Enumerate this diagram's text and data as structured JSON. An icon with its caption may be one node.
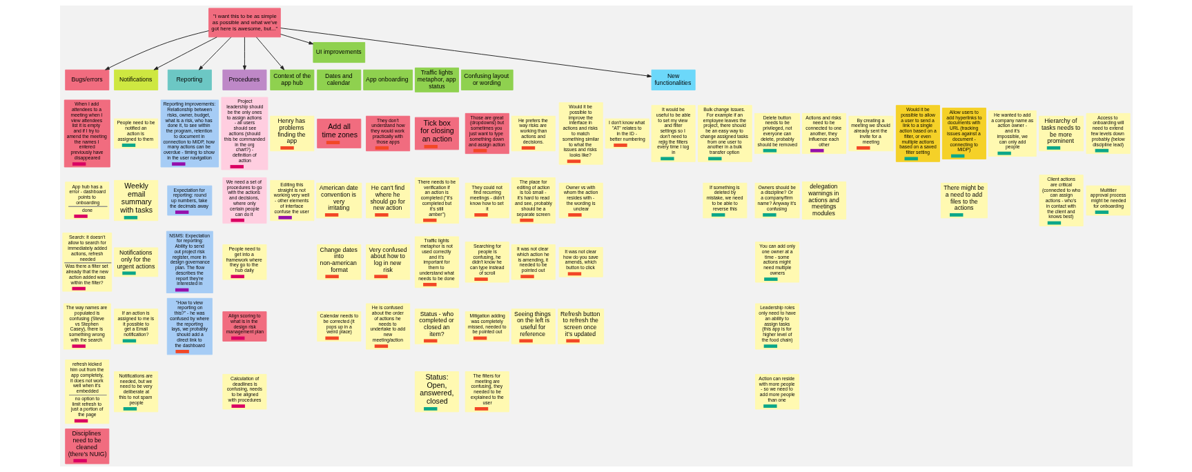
{
  "diagram": {
    "nodes": [
      {
        "text": [
          "\"I want this to be as simple as possible and what we've got here is awesome, but...\""
        ]
      },
      {
        "text": [
          "Bugs/errors"
        ]
      },
      {
        "text": [
          "When I add attendees to a meeting when I view attendees list it is empty and if I try to amend the meeting the names I entered previously have disappeared"
        ]
      },
      {
        "text": [
          "App hub has a error - dashboard points to onboarding",
          "done"
        ]
      },
      {
        "text": [
          "Search: it doesn't allow to search for immediately added actions, refresh needed",
          "Was there a filter set already that the new action added was within the filter?"
        ]
      },
      {
        "text": [
          "The way names are populated is confusing (Steve vs Stephen Casey), there is something wrong with the search"
        ]
      },
      {
        "text": [
          "refresh kicked him out from the app completely, it does not work well when it's embedded",
          "no option to limit refresh to just a portion of the page"
        ]
      },
      {
        "text": [
          "Disciplines need to be cleaned (there's NUIG)"
        ]
      },
      {
        "text": [
          "Notifications"
        ]
      },
      {
        "text": [
          "People need to be notified an action is assigned to them"
        ]
      },
      {
        "text": [
          "Weekly email summary with tasks"
        ]
      },
      {
        "text": [
          "Notifications only for the urgent actions"
        ]
      },
      {
        "text": [
          "If an action is assigned to me is it possible to get a Email notification?"
        ]
      },
      {
        "text": [
          "Notifications are needed, but we need to be very deliberate at this to not spam people"
        ]
      },
      {
        "text": [
          "Reporting"
        ]
      },
      {
        "text": [
          "Reporting improvements: Relationship between risks, owner, budget, what is a risk, who has done it, to see within the program, retention to document in connection to MIDP, how many actions can be overdue - timing to show in the user navigation"
        ]
      },
      {
        "text": [
          "Expectation for reporting: round up numbers, take the decimals away"
        ]
      },
      {
        "text": [
          "NSMS: Expectation for reporting: Ability to send out project risk register, more in design governance plan. The flow describes the report they're interested in"
        ]
      },
      {
        "text": [
          "\"How to view reporting on this?\" - he was confused by where the reporting lays, we probably should add a direct link to the dashboard"
        ]
      },
      {
        "text": [
          "Procedures"
        ]
      },
      {
        "text": [
          "Project leadership should be the only ones to assign actions - all users should see actions (should this be commanded in the org chart?) - definition of action"
        ]
      },
      {
        "text": [
          "We need a set of procedures to go with the actions and decisions, where only certain people can do it"
        ]
      },
      {
        "text": [
          "People need to get into a framework where they go to the hub daily"
        ]
      },
      {
        "text": [
          "Align scoring to what is in the design risk management plan"
        ]
      },
      {
        "text": [
          "Calculation of deadlines is confusing, needs to be aligned with procedures"
        ]
      },
      {
        "text": [
          "Context of the app hub"
        ]
      },
      {
        "text": [
          "Henry has problems finding the app"
        ]
      },
      {
        "text": [
          "Editing this straight is not working very well - other elements of interface confuse the user"
        ]
      },
      {
        "text": [
          "UI improvements"
        ]
      },
      {
        "text": [
          "Dates and calendar"
        ]
      },
      {
        "text": [
          "Add all time zones"
        ]
      },
      {
        "text": [
          "American date convention is very irritating"
        ]
      },
      {
        "text": [
          "Change dates into non-american format"
        ]
      },
      {
        "text": [
          "Calendar needs to be corrected (it pops up in a weird place)"
        ]
      },
      {
        "text": [
          "App onboarding"
        ]
      },
      {
        "text": [
          "They don't understand how they would work practically with those apps"
        ]
      },
      {
        "text": [
          "He can't find where he should go for new action"
        ]
      },
      {
        "text": [
          "Very confused about how to log in new risk"
        ]
      },
      {
        "text": [
          "He is confused about the order of actions he needs to undertake to add new meeting/action"
        ]
      },
      {
        "text": [
          "Traffic lights metaphor, app status"
        ]
      },
      {
        "text": [
          "Tick box for closing an action"
        ]
      },
      {
        "text": [
          "There needs to be verification if an action is completed (\"it's completed but it's still amber\")"
        ]
      },
      {
        "text": [
          "Traffic lights metaphor is not used correctly and it's important for them to understand what needs to be done"
        ]
      },
      {
        "text": [
          "Status - who completed or closed an item?"
        ]
      },
      {
        "text": [
          "Status: Open, answered, closed"
        ]
      },
      {
        "text": [
          "Confusing layout or wording"
        ]
      },
      {
        "text": [
          "Those are great (dropdowns) but sometimes you just want to type something down and assign action"
        ]
      },
      {
        "text": [
          "They could not find recurring meetings - didn't know how to set it"
        ]
      },
      {
        "text": [
          "Searching for people is confusing, he didn't know he can type instead of scroll"
        ]
      },
      {
        "text": [
          "Mitigation adding was completely missed, needed to be pointed out"
        ]
      },
      {
        "text": [
          "The filters for meeting are confusing, they needed to be explained to the user"
        ]
      },
      {
        "text": [
          "He prefers the way risks are working than actions and decisions."
        ]
      },
      {
        "text": [
          "The place for editing of action is too small - it's hard to read and see, probably should be a separate screen"
        ]
      },
      {
        "text": [
          "It was not clear which action he is amending, it needed to be pointed out"
        ]
      },
      {
        "text": [
          "Seeing things on the left is useful for reference"
        ]
      },
      {
        "text": [
          "Would it be possible to improve the interface in actions and risks to match something similar to what the issues and risks looks like?"
        ]
      },
      {
        "text": [
          "Owner vs with whom the action resides with - the wording is unclear"
        ]
      },
      {
        "text": [
          "It was not clear how do you save amends, which button to click"
        ]
      },
      {
        "text": [
          "Refresh button to refresh the screen once it's updated"
        ]
      },
      {
        "text": [
          "I don't know what \"AT\" relates to in the ID - better numbering"
        ]
      },
      {
        "text": [
          "New functionalities"
        ]
      },
      {
        "text": [
          "It would be useful to be able to set my view and filter settings so I don't need to rejig the filters every time I log in"
        ]
      },
      {
        "text": [
          "Bulk change issues. For example if an employee leaves the project, there should be an easy way to change assigned tasks from one user to another in a bulk transfer option"
        ]
      },
      {
        "text": [
          "If something is deleted by mistake, we need to be able to reverse this"
        ]
      },
      {
        "text": [
          "Delete button needs to be privileged, not everyone can delete, probably should be removed"
        ]
      },
      {
        "text": [
          "Owners should be a discipline? Or a company/firm name? Anyway it's confusing"
        ]
      },
      {
        "text": [
          "You can add only one owner at a time - some actions might need multiple owners"
        ]
      },
      {
        "text": [
          "Leadership roles only need to have an ability to assign tasks (this app is for higher level of the food chain)"
        ]
      },
      {
        "text": [
          "Action can reside with more people - so we need to add more people than one"
        ]
      },
      {
        "text": [
          "Actions and risks need to be connected to one another, they influence each other"
        ]
      },
      {
        "text": [
          "delegation warnings in actions and meetings modules"
        ]
      },
      {
        "text": [
          "By creating a meeting we should already sent the invite for a meeting"
        ]
      },
      {
        "text": [
          "Would it be possible to allow a user to send a link to a single action based on a filter, or even multiple actions based on a saved filter setting"
        ]
      },
      {
        "text": [
          "Allow users to add hyperlinks to documents with URL (tracking issues against a document - connecting to MIDP)"
        ]
      },
      {
        "text": [
          "There might be a need to add files to the actions"
        ]
      },
      {
        "text": [
          "He wanted to add a company name as action owner - and it's impossible, we can only add people"
        ]
      },
      {
        "text": [
          "Hierarchy of tasks needs to be more prominent"
        ]
      },
      {
        "text": [
          "Client actions are critical (connected to who can assign actions - who's in contact with the client and knows best)"
        ]
      },
      {
        "text": [
          "Access to onboarding will need to extend few levels down probably (below discipline lead)"
        ]
      },
      {
        "text": [
          "Multitier approval process might be needed for onboarding"
        ]
      }
    ],
    "edges": [
      {
        "from": 0,
        "to": 1,
        "arrow": "to"
      },
      {
        "from": 0,
        "to": 8,
        "arrow": "to"
      },
      {
        "from": 0,
        "to": 14,
        "arrow": "to"
      },
      {
        "from": 0,
        "to": 19,
        "arrow": "to"
      },
      {
        "from": 0,
        "to": 25,
        "arrow": "to"
      },
      {
        "from": 0,
        "to": 28,
        "arrow": "to"
      },
      {
        "from": 0,
        "to": 60,
        "arrow": "to"
      }
    ]
  }
}
